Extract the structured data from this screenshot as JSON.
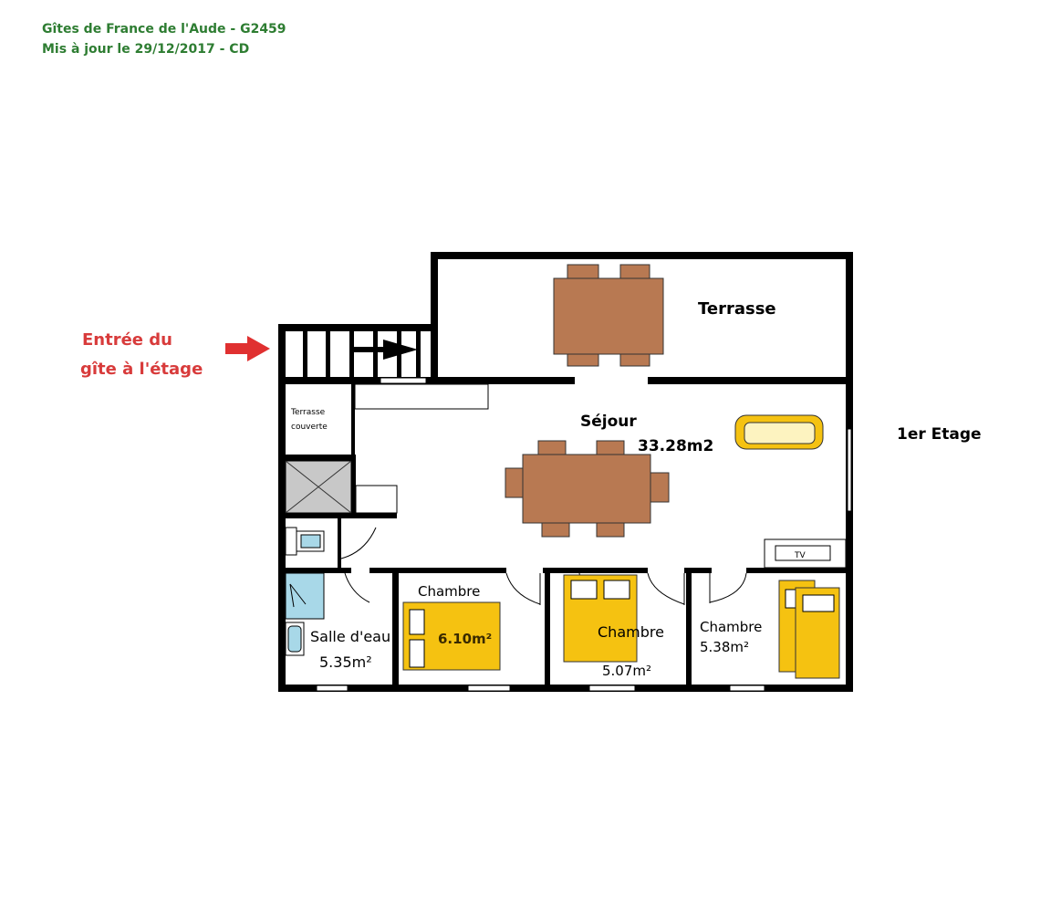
{
  "header": {
    "line1": "Gîtes de France de l'Aude - G2459",
    "line2": "Mis à jour le 29/12/2017 - CD"
  },
  "entrance": {
    "line1": "Entrée du",
    "line2": "gîte à l'étage"
  },
  "floor_label": "1er Etage",
  "rooms": {
    "terrasse": "Terrasse",
    "terrasse_couverte_1": "Terrasse",
    "terrasse_couverte_2": "couverte",
    "sejour": "Séjour",
    "sejour_area": "33.28m2",
    "tv": "TV",
    "salle_eau": "Salle d'eau",
    "salle_eau_area": "5.35m²",
    "chambre1": "Chambre",
    "chambre1_area": "6.10m²",
    "chambre2": "Chambre",
    "chambre2_area": "5.07m²",
    "chambre3": "Chambre",
    "chambre3_area": "5.38m²"
  },
  "colors": {
    "wall": "#000000",
    "table": "#b87952",
    "bed": "#f5c211",
    "water": "#a8d8e8",
    "entrance": "#e03030",
    "header": "#2e7d32"
  }
}
